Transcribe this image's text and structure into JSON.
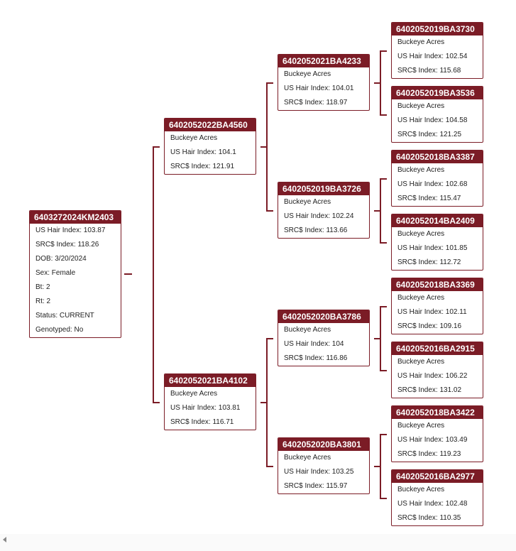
{
  "root": {
    "id": "6403272024KM2403",
    "fields": [
      "US Hair Index: 103.87",
      "SRC$ Index: 118.26",
      "DOB: 3/20/2024",
      "Sex: Female",
      "Bt: 2",
      "Rt: 2",
      "Status: CURRENT",
      "Genotyped: No"
    ]
  },
  "parents": [
    {
      "id": "6402052022BA4560",
      "fields": [
        "Buckeye Acres",
        "US Hair Index: 104.1",
        "SRC$ Index: 121.91"
      ]
    },
    {
      "id": "6402052021BA4102",
      "fields": [
        "Buckeye Acres",
        "US Hair Index: 103.81",
        "SRC$ Index: 116.71"
      ]
    }
  ],
  "grandparents": [
    {
      "id": "6402052021BA4233",
      "fields": [
        "Buckeye Acres",
        "US Hair Index: 104.01",
        "SRC$ Index: 118.97"
      ]
    },
    {
      "id": "6402052019BA3726",
      "fields": [
        "Buckeye Acres",
        "US Hair Index: 102.24",
        "SRC$ Index: 113.66"
      ]
    },
    {
      "id": "6402052020BA3786",
      "fields": [
        "Buckeye Acres",
        "US Hair Index: 104",
        "SRC$ Index: 116.86"
      ]
    },
    {
      "id": "6402052020BA3801",
      "fields": [
        "Buckeye Acres",
        "US Hair Index: 103.25",
        "SRC$ Index: 115.97"
      ]
    }
  ],
  "great_grandparents": [
    {
      "id": "6402052019BA3730",
      "fields": [
        "Buckeye Acres",
        "US Hair Index: 102.54",
        "SRC$ Index: 115.68"
      ]
    },
    {
      "id": "6402052019BA3536",
      "fields": [
        "Buckeye Acres",
        "US Hair Index: 104.58",
        "SRC$ Index: 121.25"
      ]
    },
    {
      "id": "6402052018BA3387",
      "fields": [
        "Buckeye Acres",
        "US Hair Index: 102.68",
        "SRC$ Index: 115.47"
      ]
    },
    {
      "id": "6402052014BA2409",
      "fields": [
        "Buckeye Acres",
        "US Hair Index: 101.85",
        "SRC$ Index: 112.72"
      ]
    },
    {
      "id": "6402052018BA3369",
      "fields": [
        "Buckeye Acres",
        "US Hair Index: 102.11",
        "SRC$ Index: 109.16"
      ]
    },
    {
      "id": "6402052016BA2915",
      "fields": [
        "Buckeye Acres",
        "US Hair Index: 106.22",
        "SRC$ Index: 131.02"
      ]
    },
    {
      "id": "6402052018BA3422",
      "fields": [
        "Buckeye Acres",
        "US Hair Index: 103.49",
        "SRC$ Index: 119.23"
      ]
    },
    {
      "id": "6402052016BA2977",
      "fields": [
        "Buckeye Acres",
        "US Hair Index: 102.48",
        "SRC$ Index: 110.35"
      ]
    }
  ]
}
